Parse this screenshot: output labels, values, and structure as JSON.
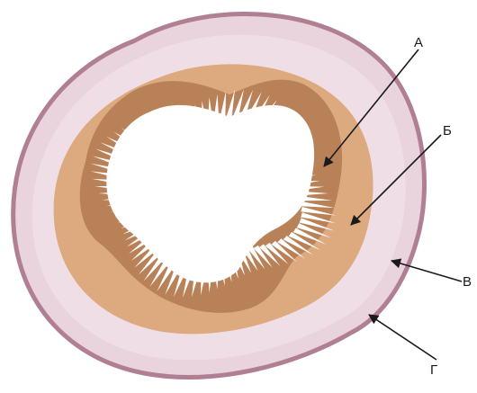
{
  "labels": {
    "a": "А",
    "b": "Б",
    "v": "В",
    "g": "Г"
  },
  "colors": {
    "outer_stroke": "#b07f93",
    "outer_fill": "#e9d3dd",
    "middle_ring": "#f0dee6",
    "submucosa": "#ddaa80",
    "mucosa": "#b98157",
    "lumen": "#ffffff",
    "arrow": "#1a1a1a"
  }
}
